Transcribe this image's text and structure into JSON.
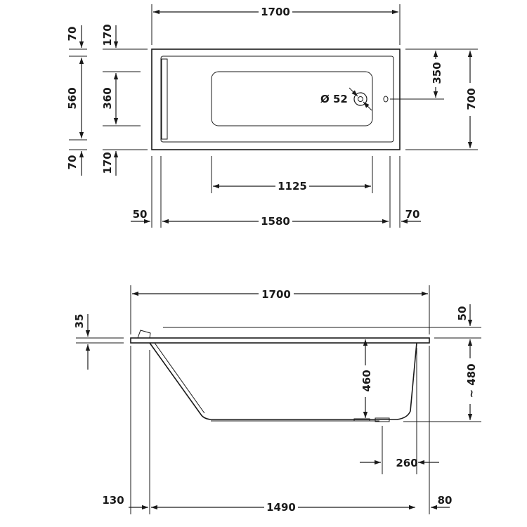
{
  "top_view": {
    "overall_length": "1700",
    "overall_width": "700",
    "rim_top": "70",
    "rim_bottom": "70",
    "inner_width": "560",
    "offset_top": "170",
    "offset_bottom": "170",
    "basin_width": "360",
    "drain_offset": "350",
    "drain_diameter": "Ø 52",
    "basin_length": "1125",
    "inner_length": "1580",
    "rim_left": "50",
    "rim_right": "70"
  },
  "side_view": {
    "overall_length": "1700",
    "rim_thickness": "35",
    "rim_depth": "50",
    "inner_depth": "460",
    "overall_height": "~ 480",
    "drain_position": "260",
    "left_offset": "130",
    "bottom_length": "1490",
    "right_offset": "80"
  }
}
